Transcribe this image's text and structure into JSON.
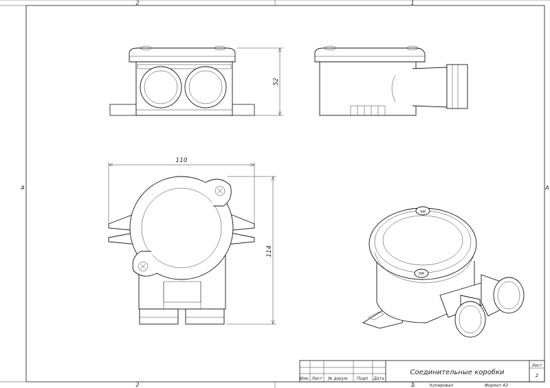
{
  "sheet": {
    "zone_top_left": "2",
    "zone_top_right": "1",
    "zone_bottom_left": "2",
    "zone_bottom_right": "1",
    "zone_side_left": "A",
    "zone_side_right": "A"
  },
  "dimensions": {
    "height_front": "52",
    "width_top": "110",
    "height_top": "114"
  },
  "markings": {
    "lid_mark": "ЭЖ"
  },
  "title_block": {
    "title": "Соединительные коробки",
    "sheet_label": "Лист",
    "sheet_number": "2",
    "col_izm": "Изм.",
    "col_list": "Лист",
    "col_doc": "№ докум.",
    "col_sign": "Подп.",
    "col_date": "Дата",
    "copied_num": "1",
    "copied_label": "Копировал",
    "format_label": "Формат А3"
  }
}
